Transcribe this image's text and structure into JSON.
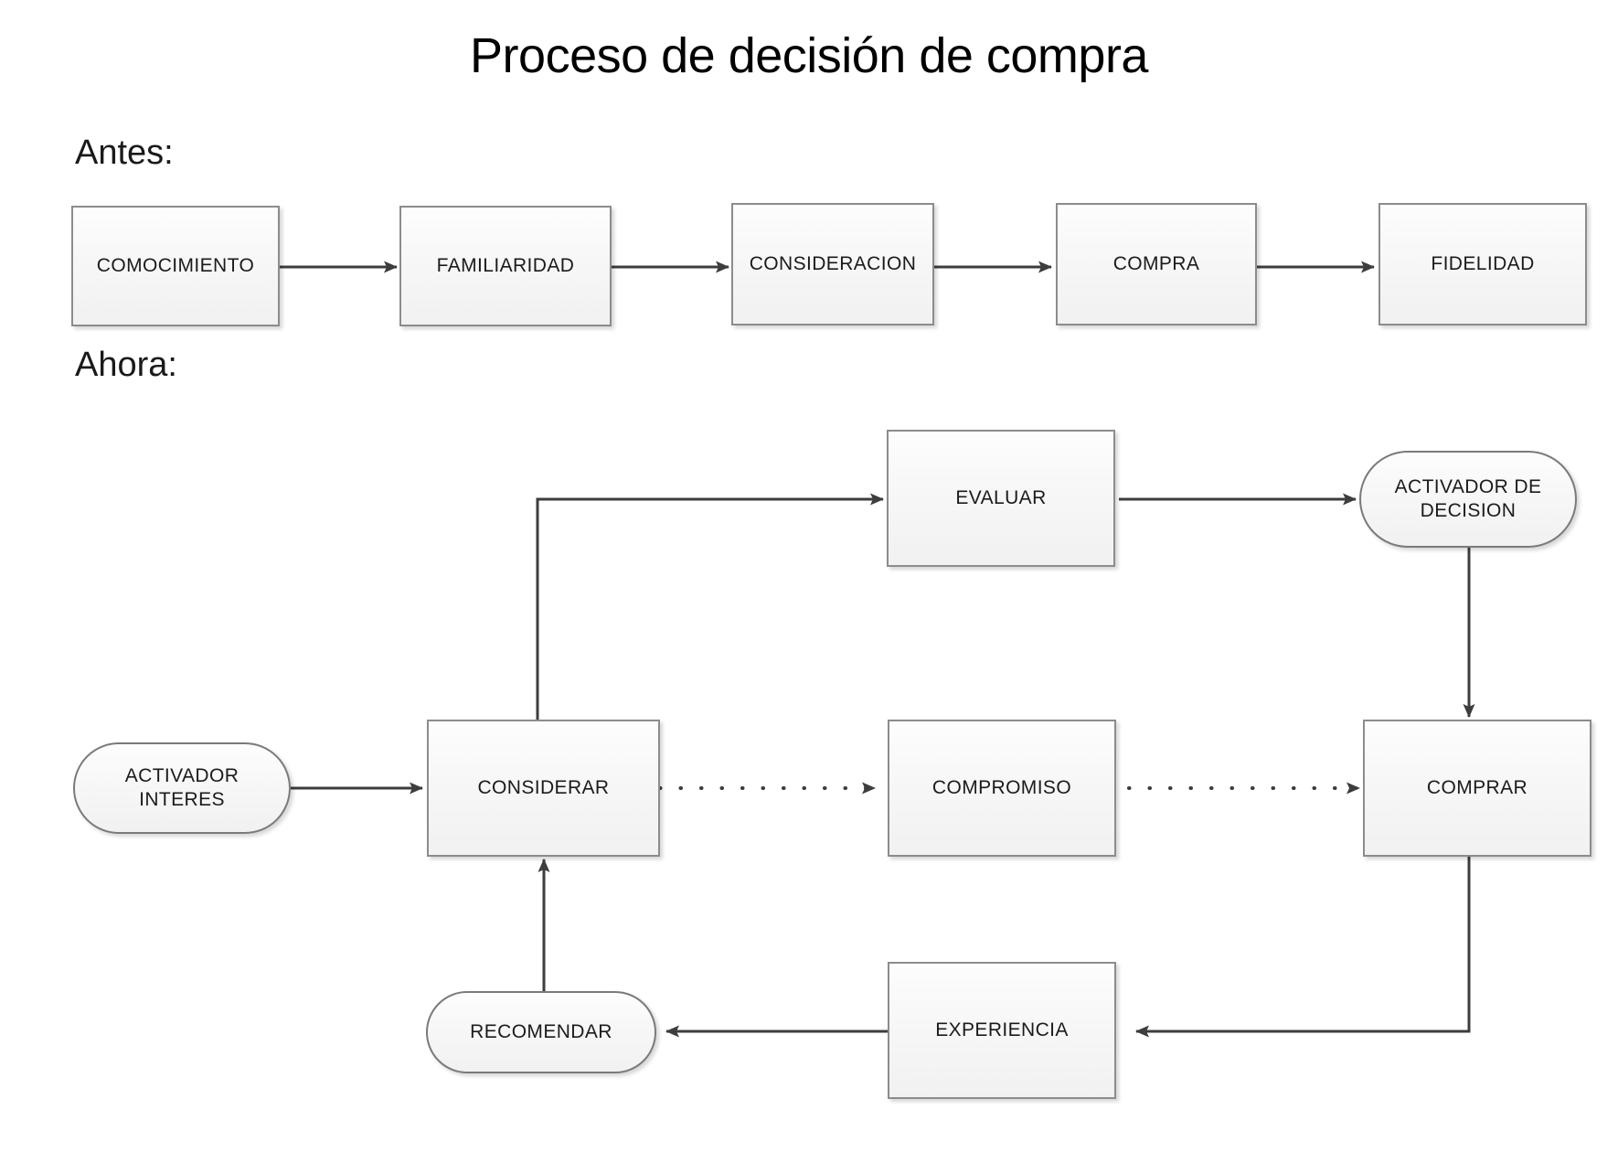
{
  "title": "Proceso de decisión de compra",
  "sections": [
    {
      "id": "antes",
      "label": "Antes:"
    },
    {
      "id": "ahora",
      "label": "Ahora:"
    }
  ],
  "colors": {
    "background": "#ffffff",
    "node_fill_top": "#fdfdfd",
    "node_fill_bottom": "#f1f1f1",
    "node_border": "#8c8c8c",
    "edge": "#3d3d3d",
    "text": "#1b1b1b",
    "title_text": "#000000"
  },
  "before_flow": {
    "section": "Antes:",
    "nodes": [
      {
        "id": "comocimiento",
        "label": "COMOCIMIENTO",
        "shape": "rect"
      },
      {
        "id": "familiaridad",
        "label": "FAMILIARIDAD",
        "shape": "rect"
      },
      {
        "id": "consideracion",
        "label": "CONSIDERACION",
        "shape": "rect"
      },
      {
        "id": "compra",
        "label": "COMPRA",
        "shape": "rect"
      },
      {
        "id": "fidelidad",
        "label": "FIDELIDAD",
        "shape": "rect"
      }
    ],
    "edges": [
      {
        "from": "comocimiento",
        "to": "familiaridad",
        "style": "solid"
      },
      {
        "from": "familiaridad",
        "to": "consideracion",
        "style": "solid"
      },
      {
        "from": "consideracion",
        "to": "compra",
        "style": "solid"
      },
      {
        "from": "compra",
        "to": "fidelidad",
        "style": "solid"
      }
    ]
  },
  "now_flow": {
    "section": "Ahora:",
    "nodes": [
      {
        "id": "activador-interes",
        "label": "ACTIVADOR INTERES",
        "line1": "ACTIVADOR",
        "line2": "INTERES",
        "shape": "rounded"
      },
      {
        "id": "considerar",
        "label": "CONSIDERAR",
        "shape": "rect"
      },
      {
        "id": "evaluar",
        "label": "EVALUAR",
        "shape": "rect"
      },
      {
        "id": "activador-decision",
        "label": "ACTIVADOR DE DECISION",
        "line1": "ACTIVADOR DE",
        "line2": "DECISION",
        "shape": "rounded"
      },
      {
        "id": "compromiso",
        "label": "COMPROMISO",
        "shape": "rect"
      },
      {
        "id": "comprar",
        "label": "COMPRAR",
        "shape": "rect"
      },
      {
        "id": "experiencia",
        "label": "EXPERIENCIA",
        "shape": "rect"
      },
      {
        "id": "recomendar",
        "label": "RECOMENDAR",
        "shape": "rounded"
      }
    ],
    "edges": [
      {
        "from": "activador-interes",
        "to": "considerar",
        "style": "solid"
      },
      {
        "from": "considerar",
        "to": "evaluar",
        "style": "solid"
      },
      {
        "from": "evaluar",
        "to": "activador-decision",
        "style": "solid"
      },
      {
        "from": "activador-decision",
        "to": "comprar",
        "style": "solid"
      },
      {
        "from": "considerar",
        "to": "compromiso",
        "style": "dotted"
      },
      {
        "from": "compromiso",
        "to": "comprar",
        "style": "dotted"
      },
      {
        "from": "comprar",
        "to": "experiencia",
        "style": "solid"
      },
      {
        "from": "experiencia",
        "to": "recomendar",
        "style": "solid"
      },
      {
        "from": "recomendar",
        "to": "considerar",
        "style": "solid"
      }
    ]
  }
}
